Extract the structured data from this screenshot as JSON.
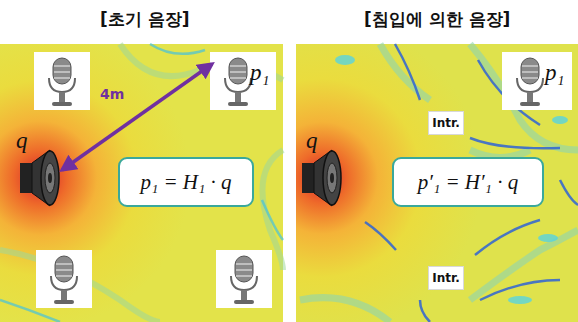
{
  "diagram": {
    "nodes": [
      {
        "text": [
          "p₁ = H₁ · q"
        ]
      },
      {
        "text": [
          "p′₁ = H′₁ · q"
        ]
      },
      {
        "text": [
          "Intr."
        ]
      },
      {
        "text": [
          "Intr."
        ]
      }
    ],
    "labels": [
      "[초기 음장]",
      "[침입에 의한 음장]",
      "q",
      "4m",
      "p₁",
      "q",
      "p₁"
    ]
  }
}
